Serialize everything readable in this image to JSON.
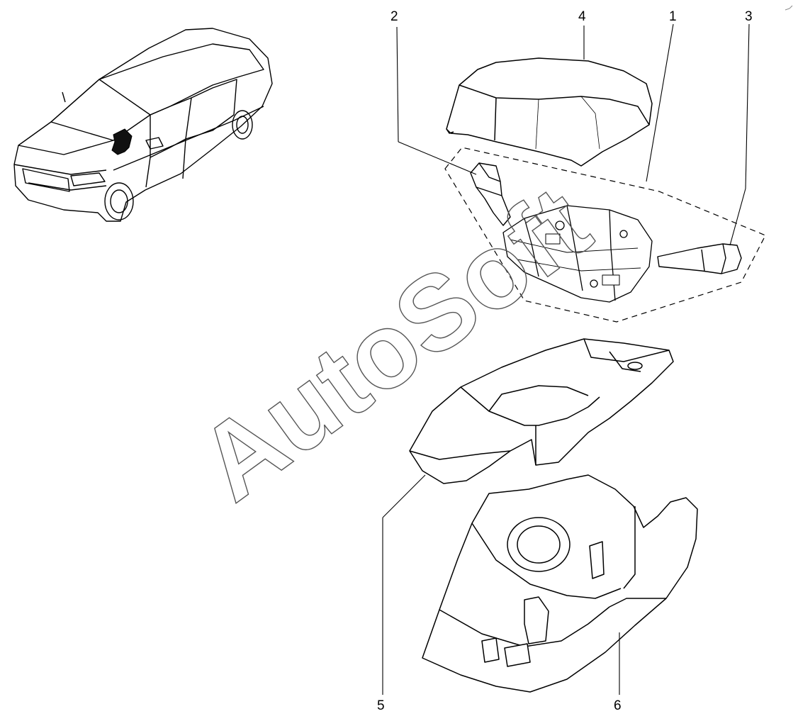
{
  "diagram": {
    "callouts": [
      {
        "id": "c1",
        "label": "1"
      },
      {
        "id": "c2",
        "label": "2"
      },
      {
        "id": "c3",
        "label": "3"
      },
      {
        "id": "c4",
        "label": "4"
      },
      {
        "id": "c5",
        "label": "5"
      },
      {
        "id": "c6",
        "label": "6"
      }
    ]
  },
  "watermark": {
    "text": "AutoSoft"
  },
  "colors": {
    "line": "#000000",
    "background": "#ffffff",
    "watermark_stroke": "#555555"
  }
}
